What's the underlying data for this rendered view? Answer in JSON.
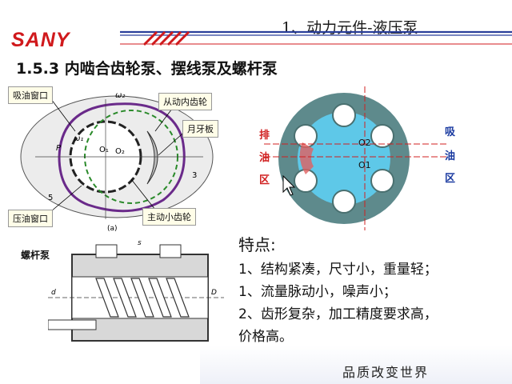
{
  "header": {
    "title": "1、动力元件-液压泵",
    "logo": "SANY"
  },
  "section": {
    "title": "1.5.3 内啮合齿轮泵、摆线泵及螺杆泵"
  },
  "gear_diagram": {
    "labels": {
      "suction_window": "吸油窗口",
      "driven_inner_gear": "从动内齿轮",
      "crescent_plate": "月牙板",
      "pressure_window": "压油窗口",
      "driving_small_gear": "主动小齿轮"
    },
    "marks": {
      "omega2": "ω₂",
      "omega1": "ω₁",
      "p": "P",
      "o1": "O₁",
      "o2": "O₂",
      "n3": "3",
      "n5": "5",
      "caption": "(a)"
    }
  },
  "gerotor_diagram": {
    "discharge_zone": [
      "排",
      "油",
      "区"
    ],
    "suction_zone": [
      "吸",
      "油",
      "区"
    ],
    "o2": "O2",
    "o1": "O1",
    "colors": {
      "outer": "#5e8a8c",
      "fluid": "#5ec8e8"
    }
  },
  "screw_diagram": {
    "title": "螺杆泵",
    "marks": {
      "s": "s",
      "d": "d",
      "D": "D"
    }
  },
  "features": {
    "title": "特点:",
    "items": [
      "1、结构紧凑，尺寸小，重量轻；",
      "1、流量脉动小，噪声小；",
      "2、齿形复杂，加工精度要求高，",
      "价格高。"
    ]
  },
  "footer": {
    "slogan": "品质改变世界"
  },
  "colors": {
    "brand_red": "#d0191c",
    "stripe_blue": "#2a3f9a"
  }
}
